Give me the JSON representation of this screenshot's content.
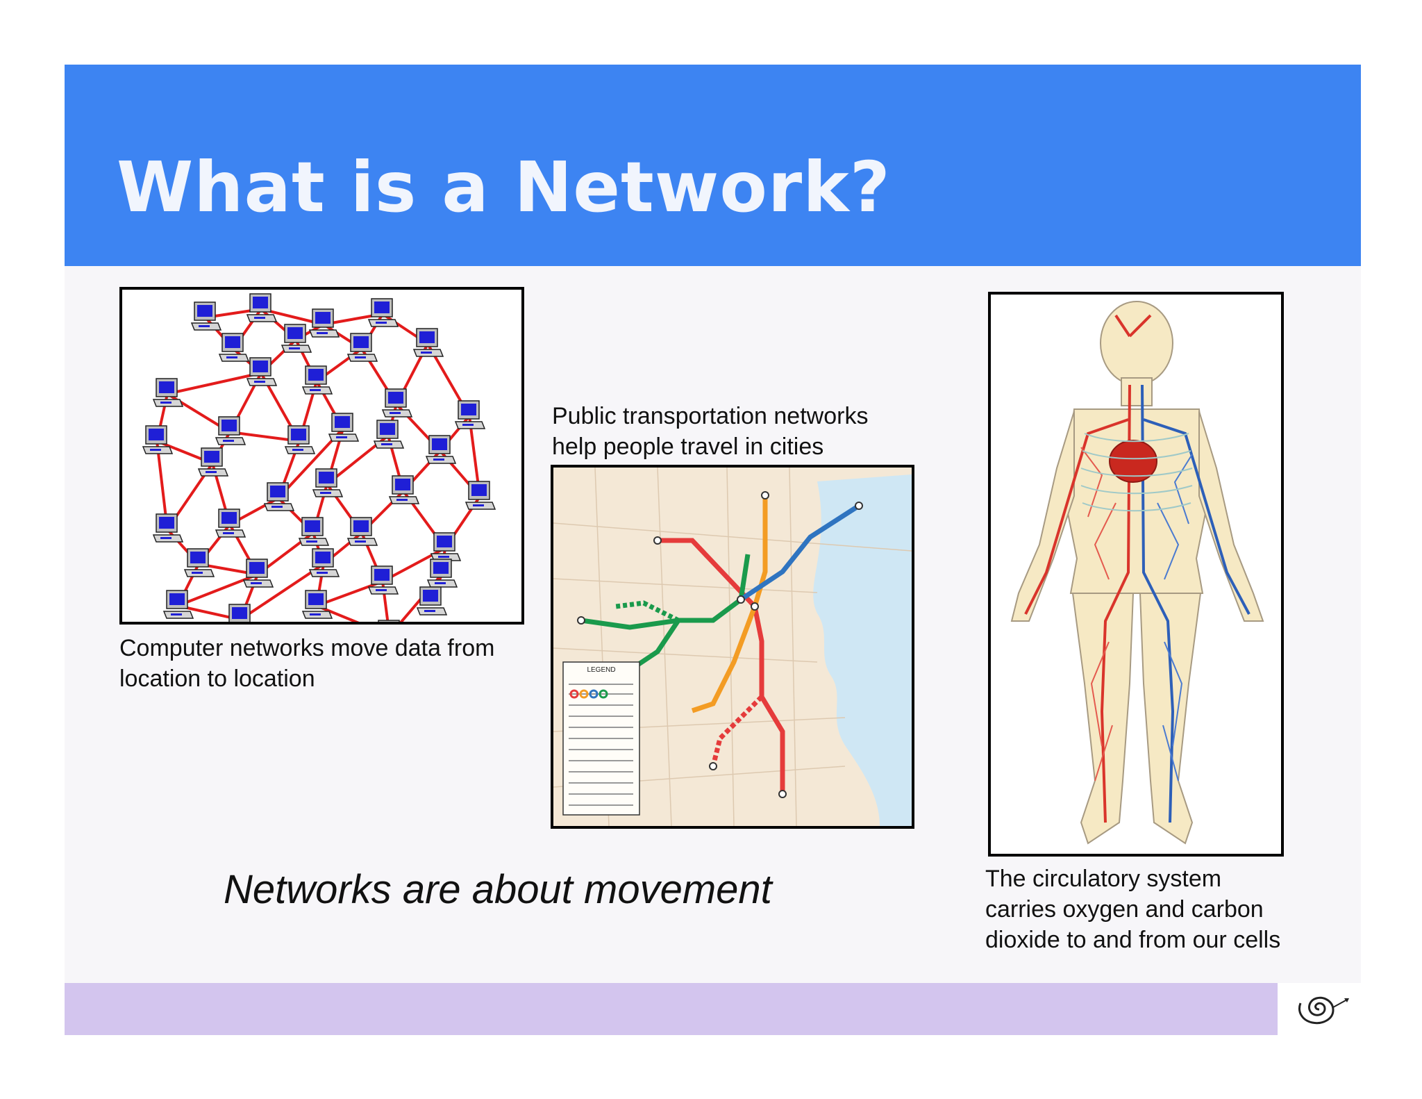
{
  "slide": {
    "title": "What is a Network?",
    "tagline": "Networks are about movement",
    "colors": {
      "title_bar": "#3d84f2",
      "footer_bar": "#d3c5ee",
      "background": "#f7f6f9"
    }
  },
  "panels": {
    "computer": {
      "caption_line1": "Computer networks move data from",
      "caption_line2": "location to location",
      "icon": "computer-network-illustration"
    },
    "transit": {
      "caption_line1": "Public transportation networks",
      "caption_line2": "help people travel in cities",
      "icon": "subway-map-illustration",
      "map_legend": "LEGEND"
    },
    "circulatory": {
      "caption_line1": "The circulatory system",
      "caption_line2": "carries oxygen and carbon",
      "caption_line3": "dioxide to and from our cells",
      "icon": "circulatory-system-illustration"
    }
  },
  "footer": {
    "logo_icon": "spiral-logo-icon"
  }
}
